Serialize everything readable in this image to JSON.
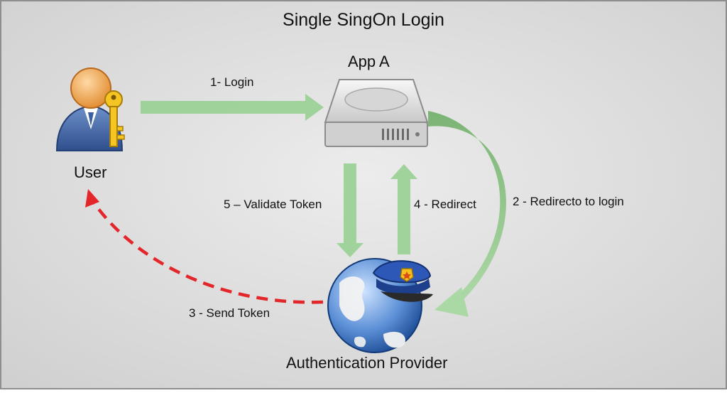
{
  "title": "Single SingOn Login",
  "nodes": {
    "user": "User",
    "app": "App A",
    "provider": "Authentication Provider"
  },
  "steps": {
    "login": "1- Login",
    "redirect_to_login": "2 - Redirecto to login",
    "send_token": "3 - Send Token",
    "redirect": "4 - Redirect",
    "validate_token": "5 – Validate Token"
  },
  "colors": {
    "background": "#d6d6d6",
    "green_arrow": "#8fc98a",
    "red_dashed_arrow": "#e3262a"
  },
  "icons": {
    "user": "user-with-key-icon",
    "app": "server-drive-icon",
    "provider": "globe-with-police-cap-icon"
  }
}
